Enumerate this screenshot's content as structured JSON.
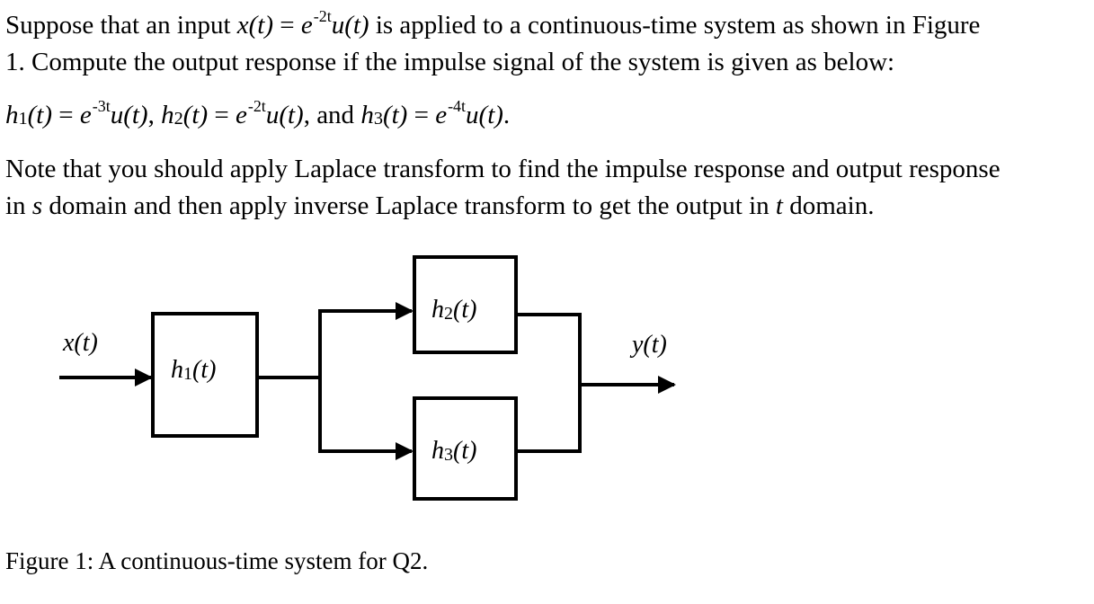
{
  "paragraph1": {
    "line1": "Suppose that an input ",
    "input_expr_fn": "x(t)",
    "equals": " = ",
    "base": "e",
    "exp": "-2t",
    "step": "u(t)",
    "line1_rest": " is applied to a continuous-time system as shown in Figure",
    "line2": "1. Compute the output response if the impulse signal of the system is given as below:"
  },
  "impulses": [
    {
      "name": "h",
      "sub": "1",
      "arg": "(t)",
      "base": "e",
      "exp": "-3t",
      "step": "u(t)",
      "sep": ", "
    },
    {
      "name": "h",
      "sub": "2",
      "arg": "(t)",
      "base": "e",
      "exp": "-2t",
      "step": "u(t)",
      "sep": ", and "
    },
    {
      "name": "h",
      "sub": "3",
      "arg": "(t)",
      "base": "e",
      "exp": "-4t",
      "step": "u(t)",
      "sep": "."
    }
  ],
  "note": {
    "line1": "Note that you should apply Laplace transform to find the impulse response and output response",
    "line2_a": "in ",
    "line2_s": "s",
    "line2_b": " domain and then apply inverse Laplace transform to get the output in ",
    "line2_t": "t",
    "line2_c": " domain."
  },
  "diagram": {
    "input_label": "x(t)",
    "output_label": "y(t)",
    "blocks": [
      {
        "name": "h",
        "sub": "1",
        "arg": "(t)"
      },
      {
        "name": "h",
        "sub": "2",
        "arg": "(t)"
      },
      {
        "name": "h",
        "sub": "3",
        "arg": "(t)"
      }
    ]
  },
  "caption": "Figure 1: A continuous-time system for Q2."
}
